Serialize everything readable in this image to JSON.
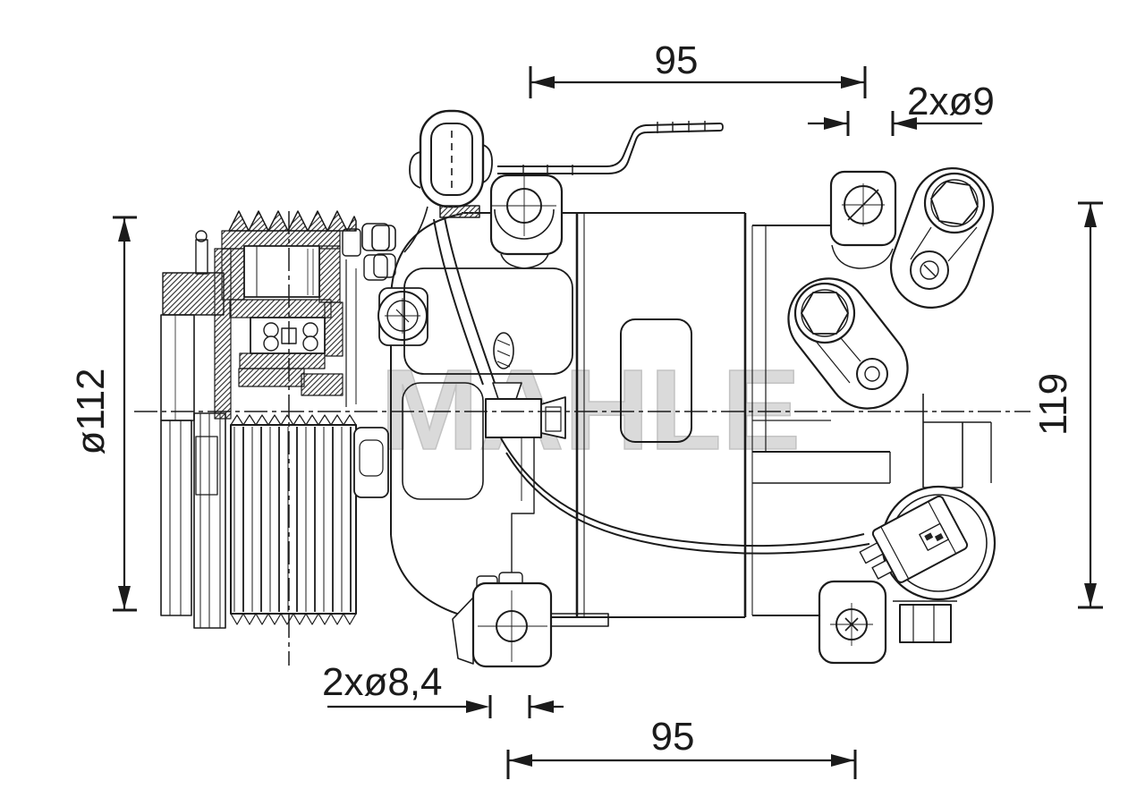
{
  "page": {
    "background": "#ffffff",
    "line_color": "#1b1b1b",
    "watermark_color": "#c9c9c9"
  },
  "drawing": {
    "watermark": "MAHLE",
    "type_note": "technical line drawing of an A/C compressor, side view with sectioned clutch pulley"
  },
  "dimensions": {
    "top_width": "95",
    "top_hole_diameter": "2xø9",
    "pulley_diameter": "ø112",
    "height": "119",
    "bottom_hole_diameter": "2xø8,4",
    "bottom_width": "95"
  }
}
